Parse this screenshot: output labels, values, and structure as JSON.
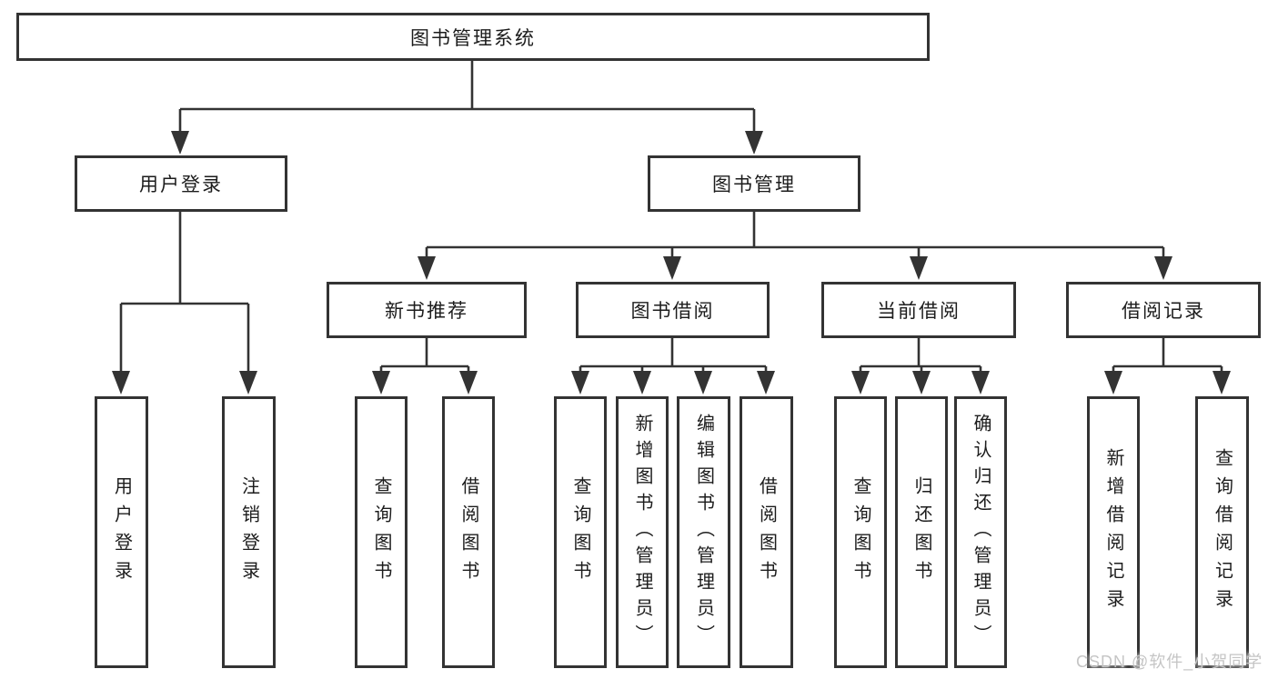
{
  "colors": {
    "background": "#ffffff",
    "line": "#333333",
    "box_border": "#333333",
    "box_fill": "#ffffff",
    "text": "#1c1c1c",
    "watermark": "#c5c5c5"
  },
  "tree": {
    "label": "图书管理系统",
    "children": [
      {
        "label": "用户登录",
        "children": [
          {
            "label": "用户登录"
          },
          {
            "label": "注销登录"
          }
        ]
      },
      {
        "label": "图书管理",
        "children": [
          {
            "label": "新书推荐",
            "children": [
              {
                "label": "查询图书"
              },
              {
                "label": "借阅图书"
              }
            ]
          },
          {
            "label": "图书借阅",
            "children": [
              {
                "label": "查询图书"
              },
              {
                "label": "新增图书（管理员）"
              },
              {
                "label": "编辑图书（管理员）"
              },
              {
                "label": "借阅图书"
              }
            ]
          },
          {
            "label": "当前借阅",
            "children": [
              {
                "label": "查询图书"
              },
              {
                "label": "归还图书"
              },
              {
                "label": "确认归还（管理员）"
              }
            ]
          },
          {
            "label": "借阅记录",
            "children": [
              {
                "label": "新增借阅记录"
              },
              {
                "label": "查询借阅记录"
              }
            ]
          }
        ]
      }
    ]
  },
  "watermark": {
    "text": "CSDN @软件_小贺同学"
  }
}
